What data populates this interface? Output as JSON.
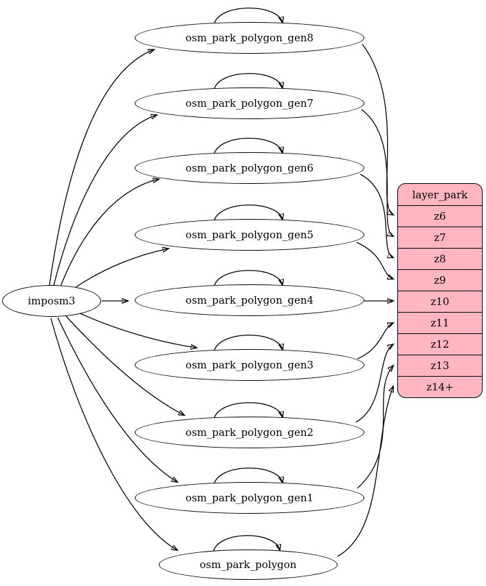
{
  "diagram": {
    "source_node": {
      "label": "imposm3"
    },
    "process_nodes": [
      {
        "label": "osm_park_polygon_gen8",
        "target_row": "z6"
      },
      {
        "label": "osm_park_polygon_gen7",
        "target_row": "z7"
      },
      {
        "label": "osm_park_polygon_gen6",
        "target_row": "z8"
      },
      {
        "label": "osm_park_polygon_gen5",
        "target_row": "z9"
      },
      {
        "label": "osm_park_polygon_gen4",
        "target_row": "z10"
      },
      {
        "label": "osm_park_polygon_gen3",
        "target_row": "z11"
      },
      {
        "label": "osm_park_polygon_gen2",
        "target_row": "z12"
      },
      {
        "label": "osm_park_polygon_gen1",
        "target_row": "z13"
      },
      {
        "label": "osm_park_polygon",
        "target_row": "z14+"
      }
    ],
    "layer_table": {
      "title": "layer_park",
      "rows": [
        "z6",
        "z7",
        "z8",
        "z9",
        "z10",
        "z11",
        "z12",
        "z13",
        "z14+"
      ]
    },
    "colors": {
      "table_fill": "#ffb6c1",
      "stroke": "#000000",
      "background": "#ffffff"
    }
  }
}
